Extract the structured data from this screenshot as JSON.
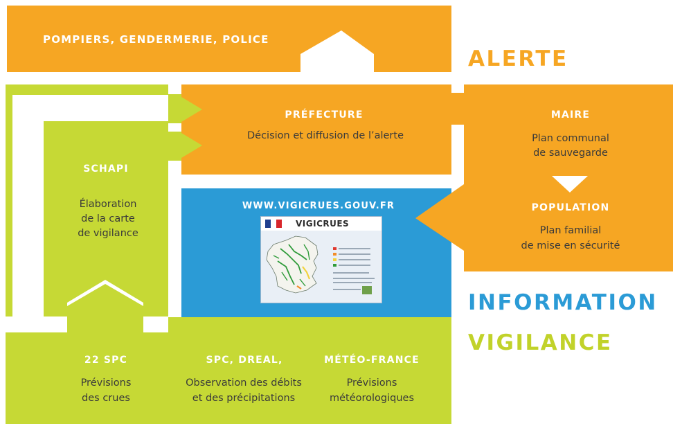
{
  "colors": {
    "orange": "#f6a623",
    "green": "#c6d935",
    "blue": "#2b9bd6",
    "white": "#ffffff",
    "text": "#3a3a3a",
    "vigilance_title": "#c1d22a"
  },
  "top_bar": {
    "title": "POMPIERS, GENDERMERIE, POLICE"
  },
  "labels": {
    "alerte": "ALERTE",
    "information": "INFORMATION",
    "vigilance": "VIGILANCE"
  },
  "prefecture": {
    "title": "PRÉFECTURE",
    "desc": "Décision et diffusion de l’alerte"
  },
  "maire": {
    "title": "MAIRE",
    "desc_line1": "Plan communal",
    "desc_line2": "de sauvegarde"
  },
  "population": {
    "title": "POPULATION",
    "desc_line1": "Plan familial",
    "desc_line2": "de mise en sécurité"
  },
  "schapi": {
    "title": "SCHAPI",
    "desc_line1": "Élaboration",
    "desc_line2": "de la carte",
    "desc_line3": "de vigilance"
  },
  "website": {
    "url": "WWW.VIGICRUES.GOUV.FR",
    "brand": "VIGICRUES",
    "icon": "vigicrues-website-thumbnail"
  },
  "spc": {
    "title": "22 SPC",
    "desc_line1": "Prévisions",
    "desc_line2": "des crues"
  },
  "dreal": {
    "title": "SPC, DREAL,",
    "desc_line1": "Observation des débits",
    "desc_line2": "et des précipitations"
  },
  "meteo": {
    "title": "MÉTÉO-FRANCE",
    "desc_line1": "Prévisions",
    "desc_line2": "météorologiques"
  }
}
